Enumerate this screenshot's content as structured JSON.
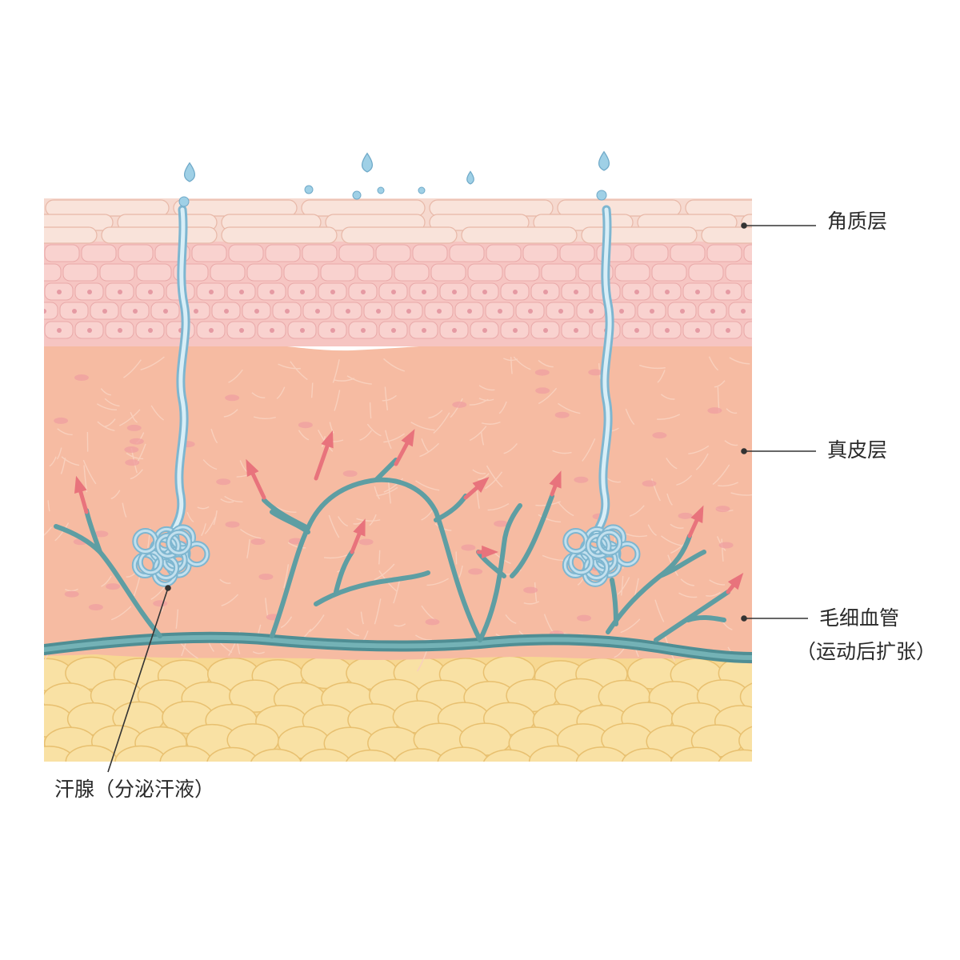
{
  "labels": {
    "stratum_corneum": "角质层",
    "dermis": "真皮层",
    "capillary_line1": "毛细血管",
    "capillary_line2": "（运动后扩张）",
    "sweat_gland": "汗腺（分泌汗液）"
  },
  "colors": {
    "stratum": "#f6d9cf",
    "epidermis": "#f6c5c2",
    "epidermis_cell": "#f9d2cf",
    "nucleus": "#e59aa3",
    "dermis": "#f6bba2",
    "fat": "#f7d892",
    "fat_cell": "#f9e1a4",
    "vessel": "#5e9ea3",
    "arrow": "#e8737c",
    "sweat": "#9fd0e6",
    "gland": "#c3e0ee",
    "leader_line": "#333333"
  },
  "icons": [
    "sweat-droplet-icon",
    "heat-arrow-icon"
  ]
}
